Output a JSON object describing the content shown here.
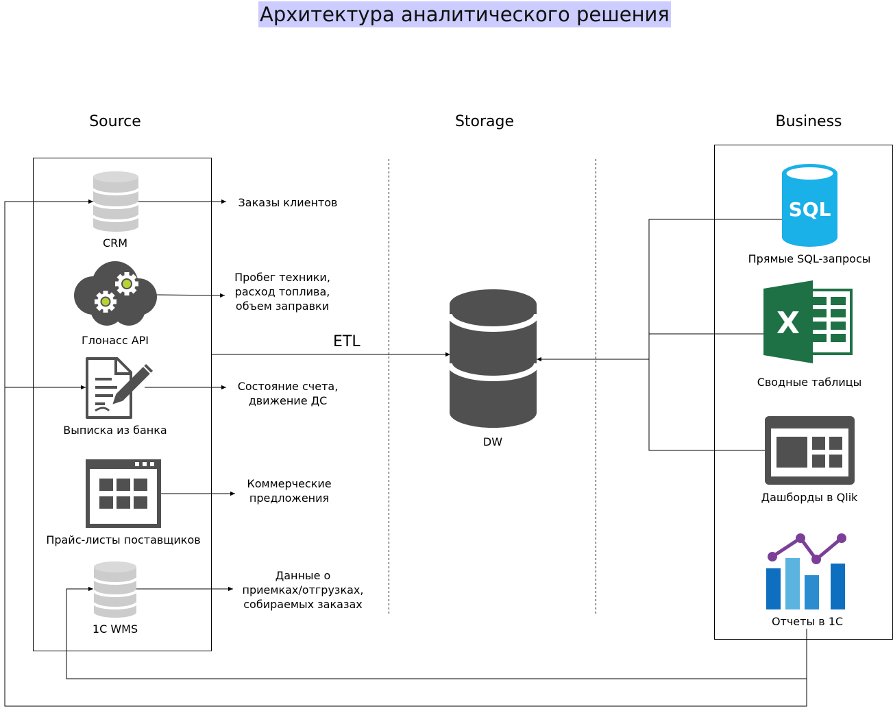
{
  "title": "Архитектура аналитического решения",
  "columns": {
    "source": "Source",
    "storage": "Storage",
    "business": "Business"
  },
  "sources": {
    "crm": {
      "label": "CRM",
      "desc": [
        "Заказы клиентов"
      ]
    },
    "glonass": {
      "label": "Глонасс API",
      "desc": [
        "Пробег техники,",
        "расход топлива,",
        "объем заправки"
      ]
    },
    "bank": {
      "label": "Выписка из банка",
      "desc": [
        "Состояние счета,",
        "движение ДС"
      ]
    },
    "prices": {
      "label": "Прайс-листы поставщиков",
      "desc": [
        "Коммерческие",
        "предложения"
      ]
    },
    "wms": {
      "label": "1С WMS",
      "desc": [
        "Данные о",
        "приемках/отгрузках,",
        "собираемых заказах"
      ]
    }
  },
  "storage": {
    "etl": "ETL",
    "dw": "DW"
  },
  "business": {
    "sql": {
      "label": "Прямые SQL-запросы",
      "icon_text": "SQL"
    },
    "excel": {
      "label": "Сводные таблицы",
      "icon_text": "X"
    },
    "qlik": {
      "label": "Дашборды в Qlik"
    },
    "reports": {
      "label": "Отчеты в 1С"
    }
  },
  "icons": {
    "crm": "database-icon",
    "glonass": "cloud-gears-icon",
    "bank": "document-signature-icon",
    "prices": "app-window-grid-icon",
    "wms": "database-icon",
    "dw": "database-icon",
    "sql": "sql-database-icon",
    "excel": "excel-icon",
    "qlik": "dashboard-icon",
    "reports": "bar-line-chart-icon"
  },
  "colors": {
    "title_bg": "#ccccff",
    "db_gray": "#cccccc",
    "icon_dark": "#505050",
    "sql_blue": "#1ab0e8",
    "excel_green": "#1e7145",
    "chart_purple": "#7b3f98",
    "chart_blue": "#0e6fc1"
  }
}
